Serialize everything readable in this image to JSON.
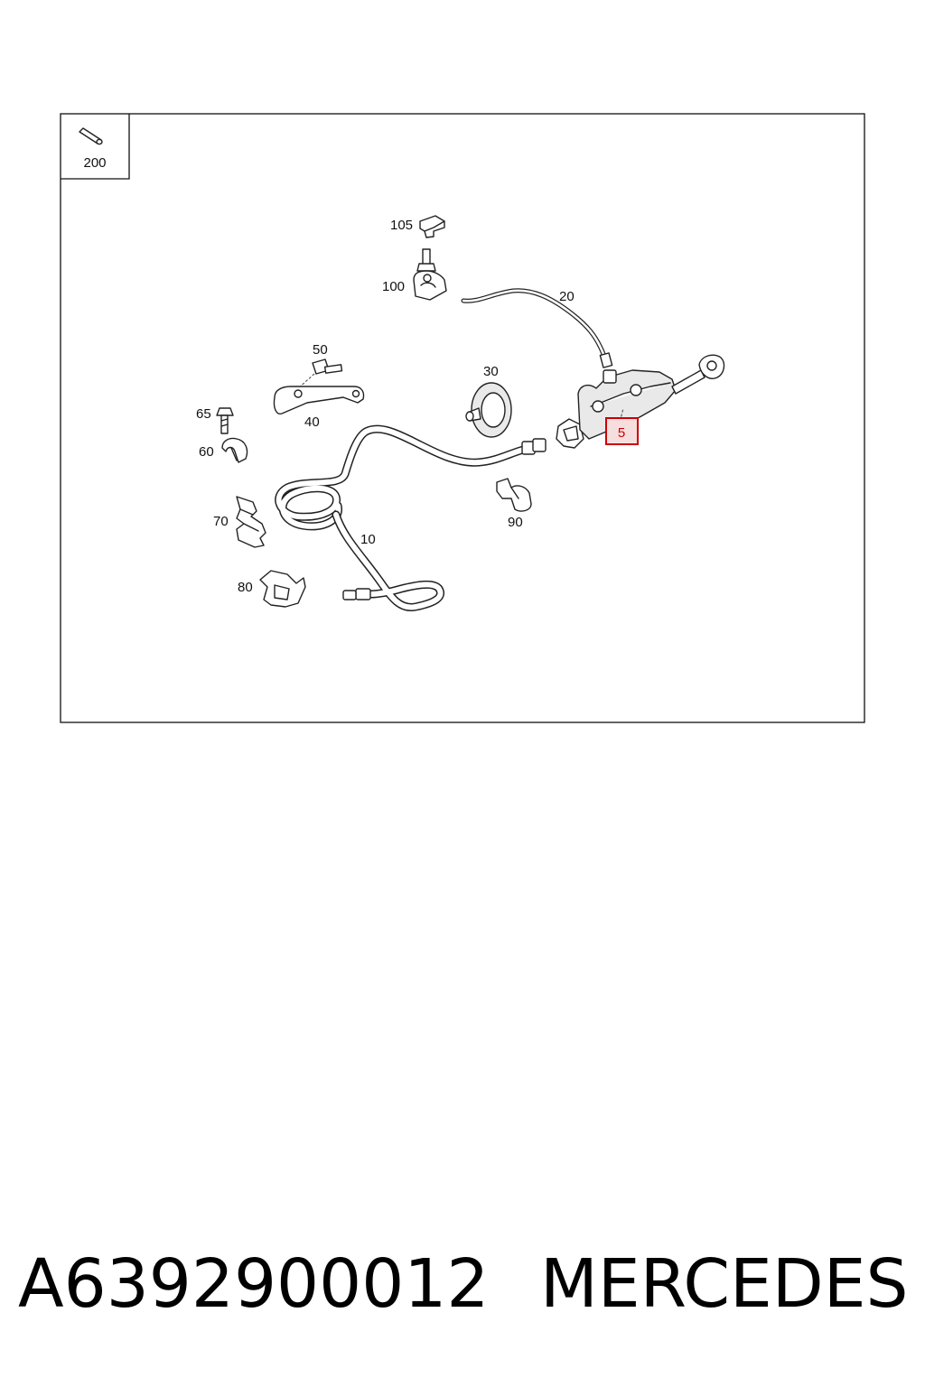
{
  "diagram": {
    "inset_label": "200",
    "callouts": {
      "p5": "5",
      "p10": "10",
      "p20": "20",
      "p30": "30",
      "p40": "40",
      "p50": "50",
      "p60": "60",
      "p65": "65",
      "p70": "70",
      "p80": "80",
      "p90": "90",
      "p100": "100",
      "p105": "105"
    },
    "highlighted_callout": "5",
    "highlight_color": "#cc0000",
    "line_color": "#222222"
  },
  "footer": {
    "part_number": "A6392900012",
    "brand": "MERCEDES"
  }
}
